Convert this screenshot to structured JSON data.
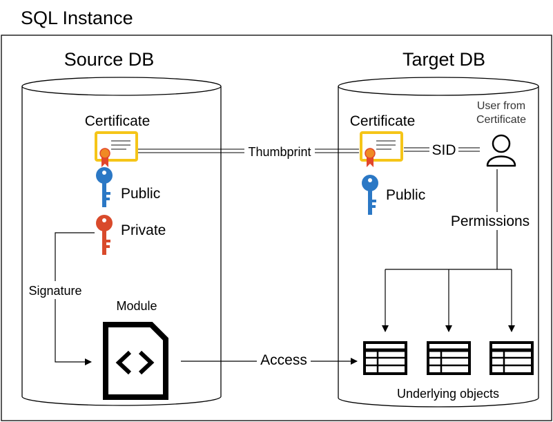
{
  "title": "SQL Instance",
  "source": {
    "title": "Source DB",
    "certificate_label": "Certificate",
    "public_label": "Public",
    "private_label": "Private",
    "signature_label": "Signature",
    "module_label": "Module"
  },
  "target": {
    "title": "Target DB",
    "certificate_label": "Certificate",
    "public_label": "Public",
    "user_label_line1": "User from",
    "user_label_line2": "Certificate",
    "permissions_label": "Permissions",
    "objects_label": "Underlying objects"
  },
  "links": {
    "thumbprint": "Thumbprint",
    "sid": "SID",
    "access": "Access"
  },
  "colors": {
    "certificate_border": "#f5c518",
    "ribbon_orange": "#f08a24",
    "ribbon_red": "#e2462b",
    "public_key": "#2b78c5",
    "private_key": "#d94a2b"
  },
  "icons": [
    "certificate-icon",
    "key-icon",
    "user-icon",
    "module-file-icon",
    "table-icon"
  ]
}
